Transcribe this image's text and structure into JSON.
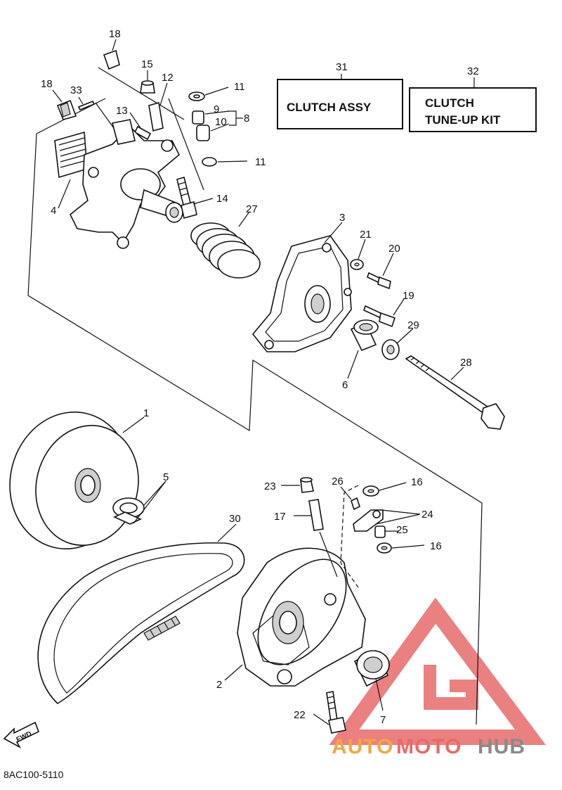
{
  "boxes": {
    "clutch_assy": {
      "number": "31",
      "label": "CLUTCH ASSY"
    },
    "tune_up_kit": {
      "number": "32",
      "line1": "CLUTCH",
      "line2": "TUNE-UP KIT"
    }
  },
  "labels": {
    "n1": "1",
    "n2": "2",
    "n3": "3",
    "n4": "4",
    "n5": "5",
    "n6": "6",
    "n7": "7",
    "n8": "8",
    "n9": "9",
    "n10": "10",
    "n11a": "11",
    "n11b": "11",
    "n12": "12",
    "n13": "13",
    "n14": "14",
    "n15": "15",
    "n16a": "16",
    "n16b": "16",
    "n17": "17",
    "n18a": "18",
    "n18b": "18",
    "n19": "19",
    "n20": "20",
    "n21": "21",
    "n22": "22",
    "n23": "23",
    "n24": "24",
    "n25": "25",
    "n26": "26",
    "n27": "27",
    "n28": "28",
    "n29": "29",
    "n30": "30",
    "n33": "33"
  },
  "fwd_label": "FWD",
  "diagram_code": "8AC100-5110",
  "watermark": {
    "part_a": "AUTO",
    "part_b": "MOTO",
    "part_c": "HUB"
  },
  "colors": {
    "watermark_red": "#e86a6a",
    "watermark_orange": "#f2a640",
    "watermark_gray": "#8a8a8a"
  }
}
